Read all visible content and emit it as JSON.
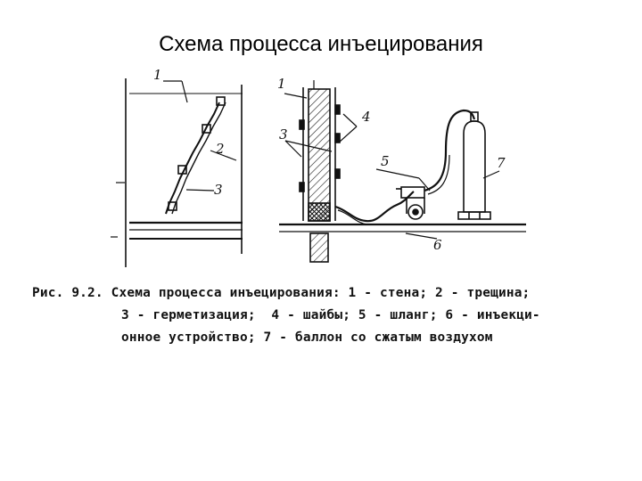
{
  "title": "Схема процесса инъецирования",
  "left_labels": {
    "wall": "1",
    "crack": "2",
    "sealing": "3"
  },
  "right_labels": {
    "wall": "1",
    "sealing": "3",
    "washers": "4",
    "hose": "5",
    "injector": "6",
    "cylinder": "7"
  },
  "caption": {
    "line1": "Рис. 9.2. Схема процесса инъецирования: 1 - стена; 2 - трещина;",
    "line2": "3 - герметизация;  4 - шайбы; 5 - шланг; 6 - инъекци-",
    "line3": "онное устройство; 7 - баллон со сжатым воздухом"
  }
}
